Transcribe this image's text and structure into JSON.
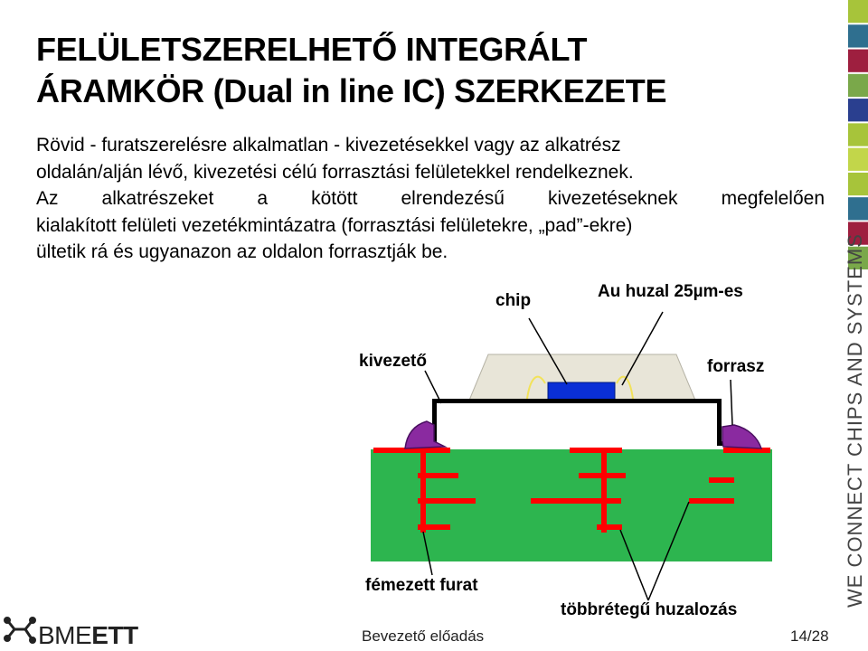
{
  "title": {
    "line1": "FELÜLETSZERELHETŐ INTEGRÁLT",
    "line2": "ÁRAMKÖR (Dual in line IC) SZERKEZETE"
  },
  "body": {
    "lines": [
      "Rövid - furatszerelésre alkalmatlan - kivezetésekkel vagy az alkatrész",
      "oldalán/alján lévő, kivezetési célú forrasztási felületekkel rendelkeznek.",
      "Az alkatrészeket a kötött elrendezésű kivezetéseknek megfelelően",
      "kialakított felületi vezetékmintázatra (forrasztási felületekre, „pad”-ekre)",
      "ültetik rá és ugyanazon az oldalon forrasztják be."
    ]
  },
  "diagram": {
    "labels": {
      "chip": "chip",
      "wire": "Au huzal 25µm-es",
      "lead": "kivezető",
      "solder": "forrasz",
      "via": "fémezett furat",
      "multilayer": "többrétegű huzalozás"
    },
    "colors": {
      "board": "#2db54f",
      "trace": "#ff0000",
      "package": "#e8e5d8",
      "die": "#0a2fd6",
      "solder": "#8a2aa0",
      "wire": "#f2e25a"
    }
  },
  "sidebar": {
    "tagline": "WE CONNECT CHIPS AND SYSTEMS",
    "stripe_colors": [
      "#a7c43a",
      "#2f6f8f",
      "#9e1f3f",
      "#7aa84a",
      "#2a3f8f",
      "#a7c43a",
      "#c2d64a"
    ]
  },
  "footer": {
    "logo_text_light": "BME",
    "logo_text_bold": "ETT",
    "center": "Bevezető előadás",
    "page": "14/28"
  }
}
